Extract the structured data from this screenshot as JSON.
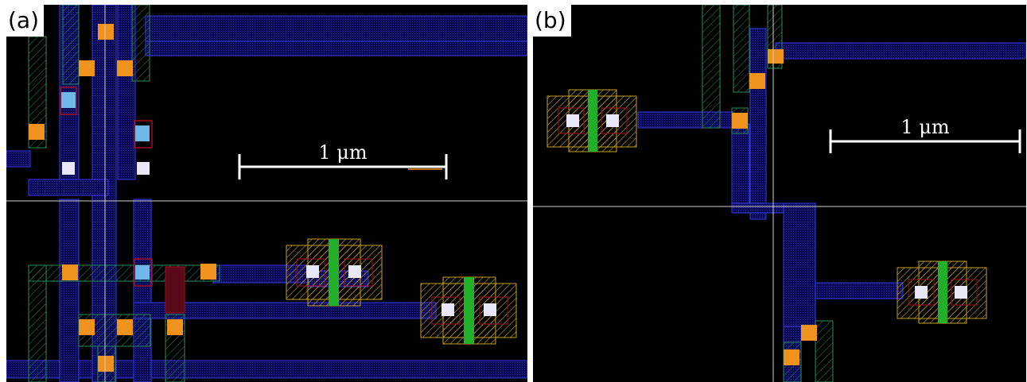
{
  "panels": [
    {
      "label": "(a)",
      "scale_bar_label": "1 μm"
    },
    {
      "label": "(b)",
      "scale_bar_label": "1 μm"
    }
  ],
  "layer_colors": {
    "background": "#000000",
    "metal": "#1a1aa0",
    "metal_edge": "#3a3ae0",
    "diffusion": "#1e6b4a",
    "contact": "#f0931e",
    "via": "#6fb7e6",
    "cut": "#e8e8f8",
    "gate": "#22b02a",
    "implant": "#c8a020",
    "poly_red": "#a01020",
    "grid_line": "#cfcfcf",
    "scale_bar": "#ffffff"
  }
}
